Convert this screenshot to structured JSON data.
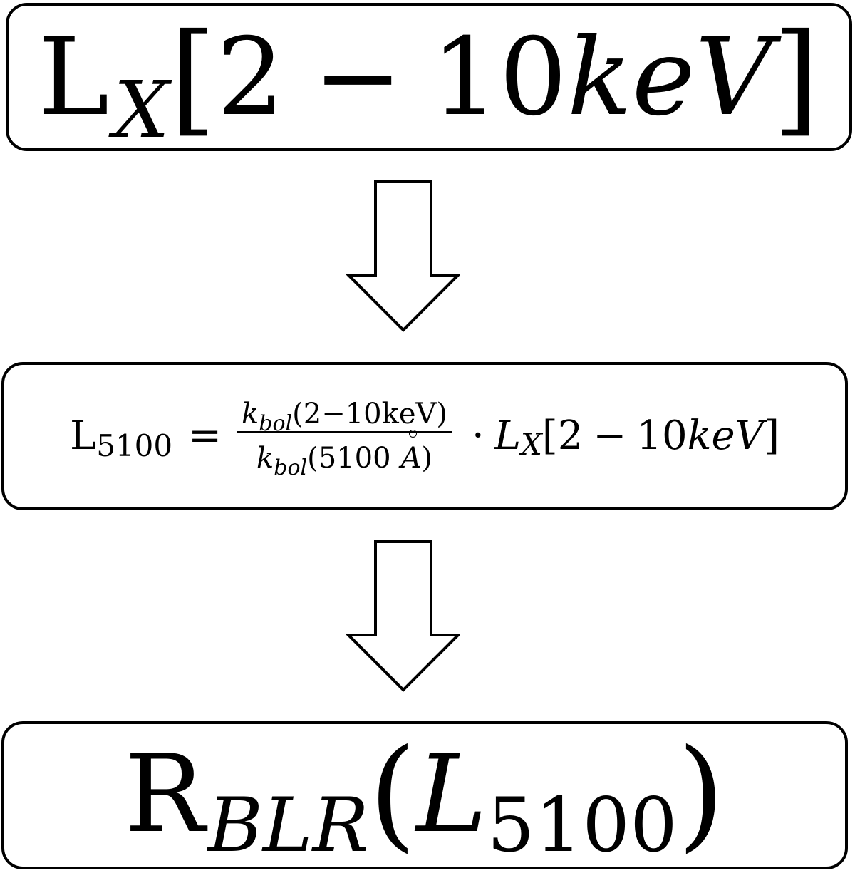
{
  "box1": {
    "main": "L",
    "sub": "X",
    "open": "[",
    "lo": "2",
    "minus": "−",
    "hi": "10",
    "unit": "keV",
    "close": "]"
  },
  "box2": {
    "lhs_main": "L",
    "lhs_sub": "5100",
    "equals": "=",
    "num_k": "k",
    "num_k_sub": "bol",
    "num_arg": "(2−10keV)",
    "den_k": "k",
    "den_k_sub": "bol",
    "den_arg_open": "(5100",
    "den_arg_unit": "A",
    "den_arg_close": ")",
    "dot": "·",
    "rhs_main": "L",
    "rhs_sub": "X",
    "rhs_open": "[",
    "rhs_lo": "2",
    "rhs_minus": "−",
    "rhs_hi": "10",
    "rhs_unit": "keV",
    "rhs_close": "]"
  },
  "box3": {
    "main": "R",
    "sub": "BLR",
    "open": "(",
    "arg_main": "L",
    "arg_sub": "5100",
    "close": ")"
  }
}
